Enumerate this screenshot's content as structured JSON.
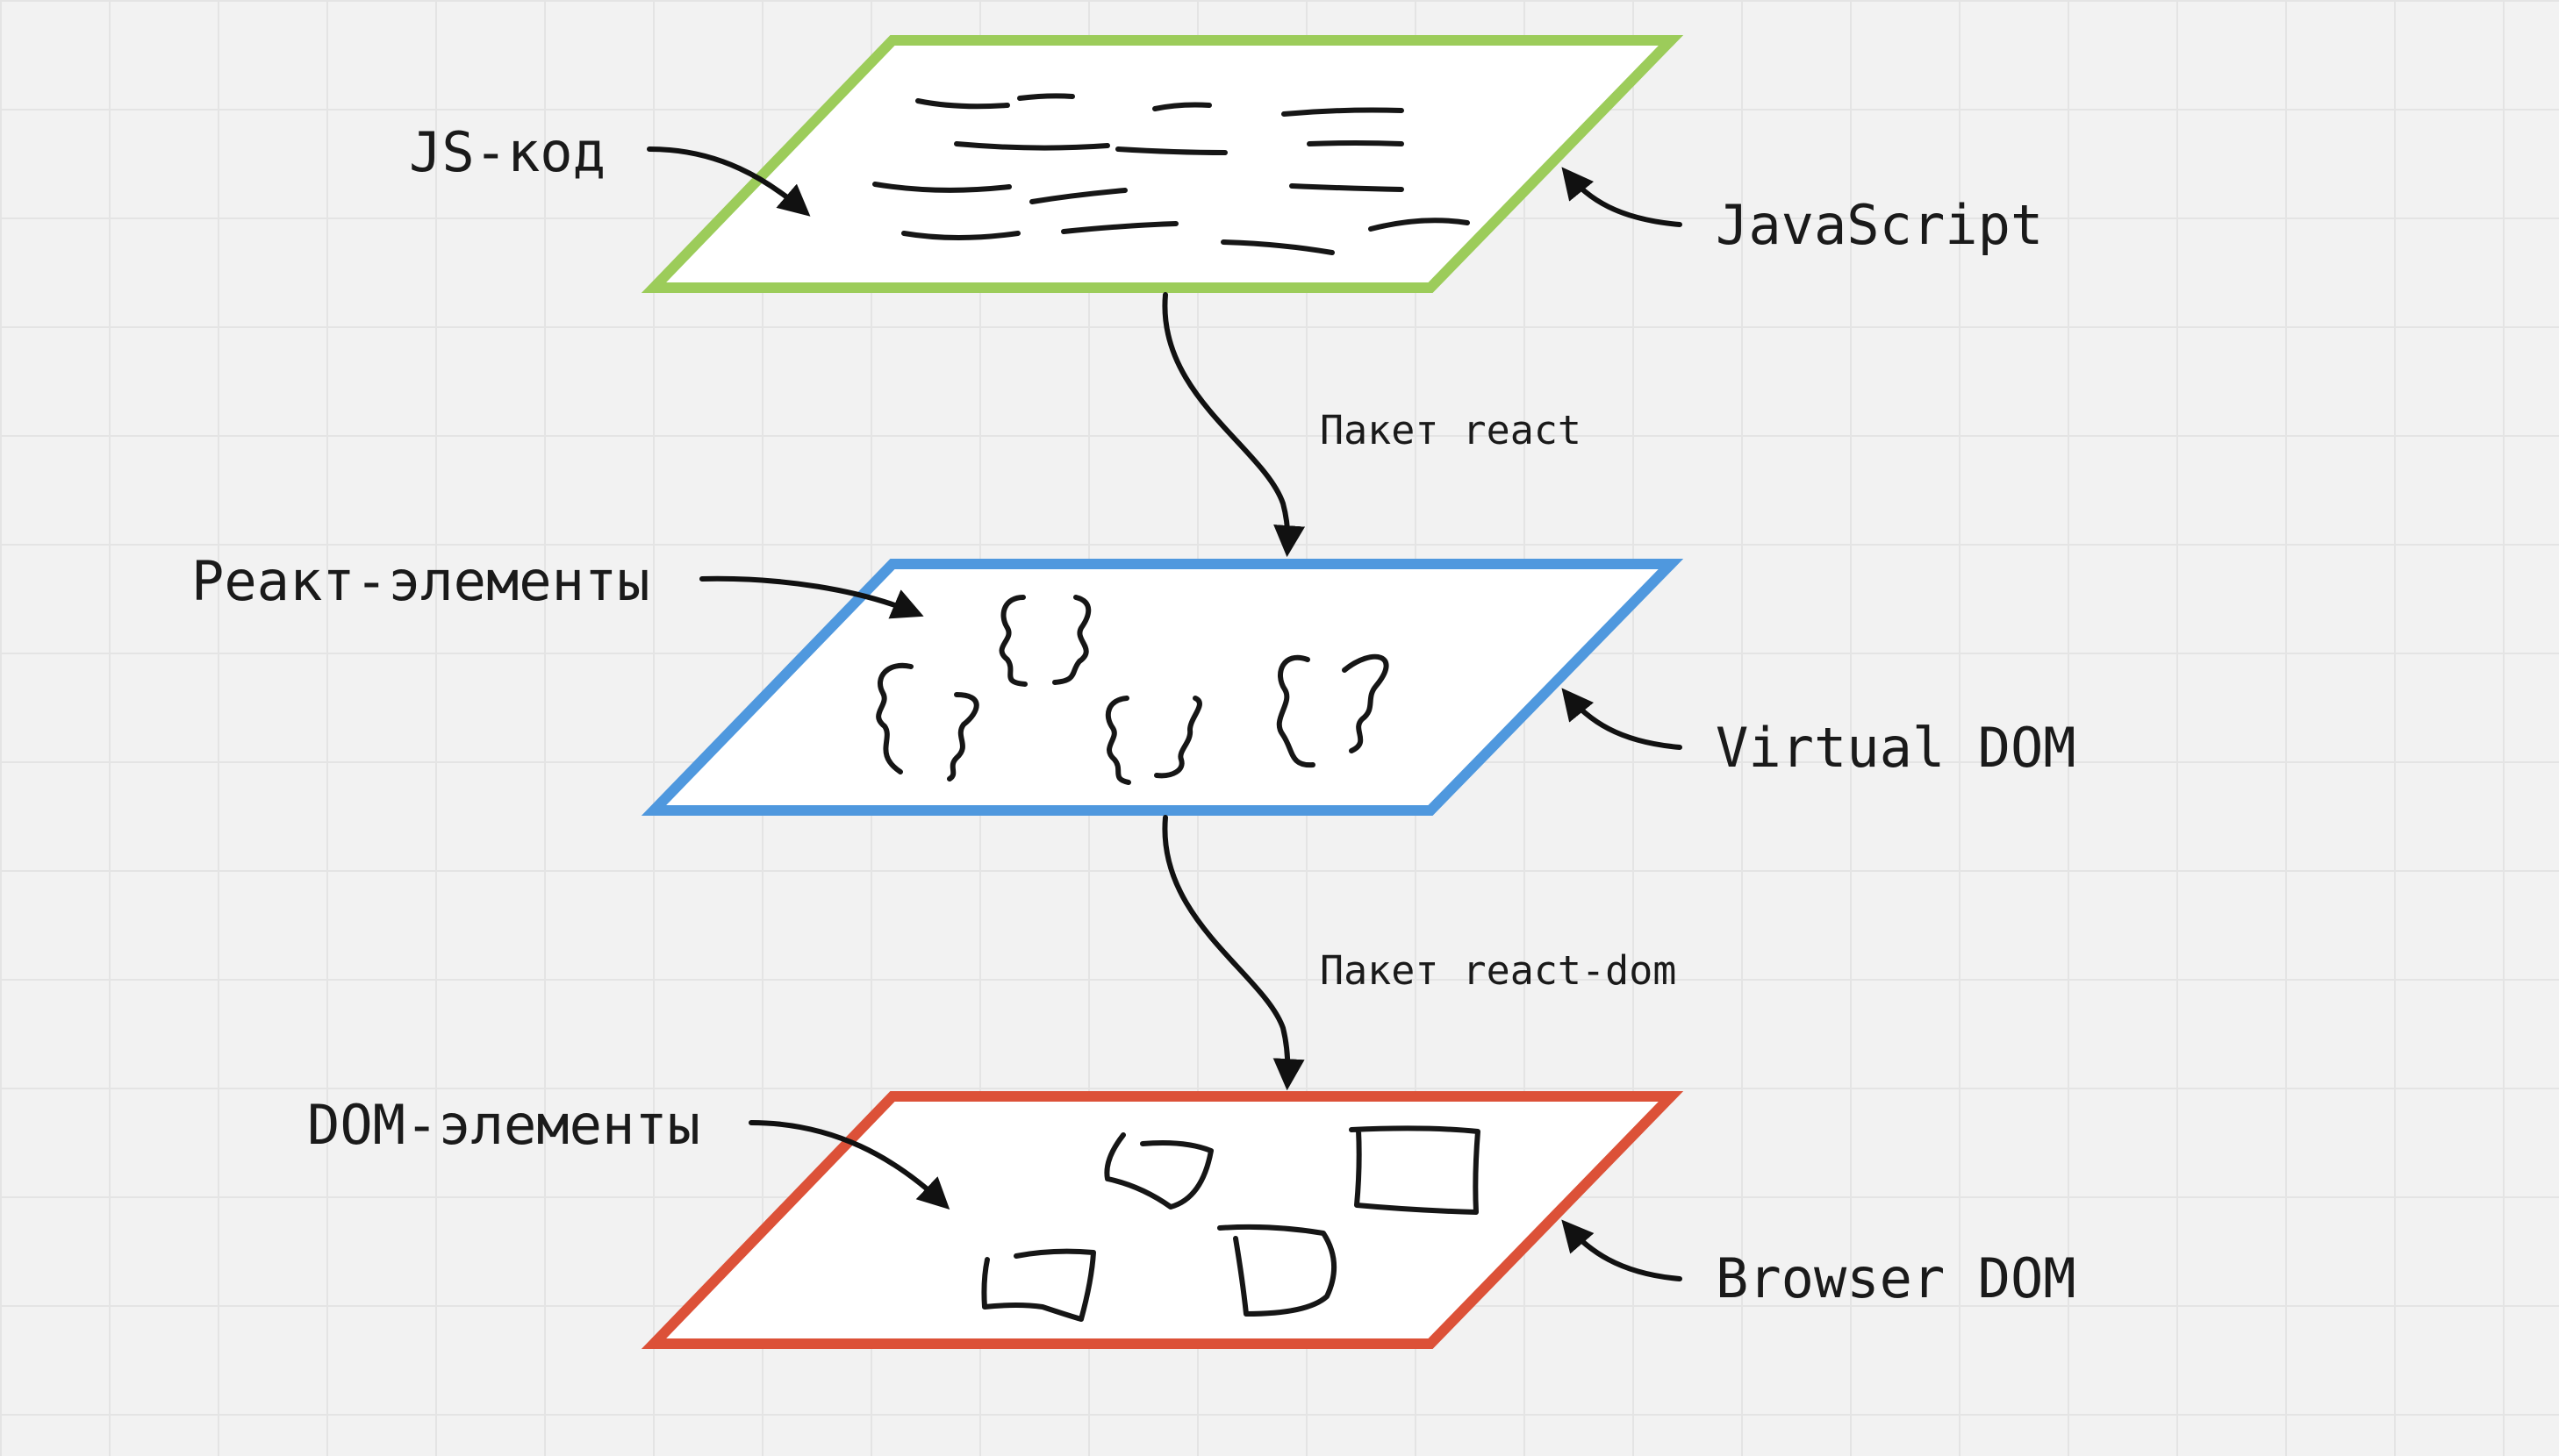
{
  "colors": {
    "javascript_layer": "#9ccc5a",
    "virtual_dom_layer": "#4f98de",
    "browser_dom_layer": "#dc5138",
    "ink": "#111111",
    "background": "#f2f2f2"
  },
  "layers": {
    "javascript": {
      "left_label": "JS-код",
      "right_label": "JavaScript"
    },
    "virtual_dom": {
      "left_label": "Реакт-элементы",
      "right_label": "Virtual DOM"
    },
    "browser_dom": {
      "left_label": "DOM-элементы",
      "right_label": "Browser DOM"
    }
  },
  "transitions": {
    "js_to_virtual": "Пакет react",
    "virtual_to_dom": "Пакет react-dom"
  }
}
